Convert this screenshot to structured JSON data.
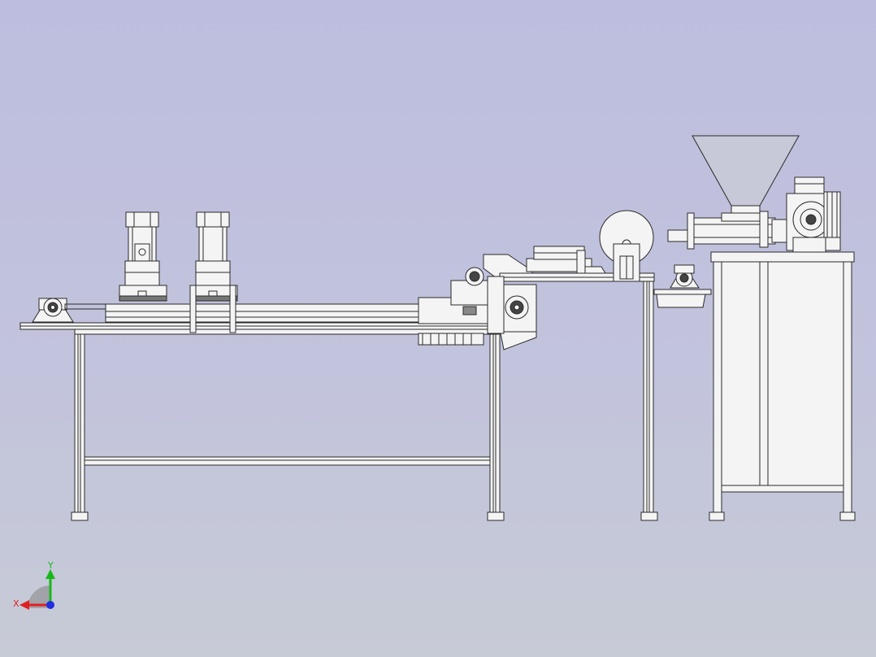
{
  "viewport": {
    "background_top": "#bdbddf",
    "background_bottom": "#c7cbd6",
    "line_color": "#2a2a2a",
    "part_fill": "#f4f4f4",
    "hopper_fill": "#c8c9d8"
  },
  "triad": {
    "x_label": "X",
    "y_label": "Y",
    "x_color": "#e02020",
    "y_color": "#18b818",
    "z_color": "#2030e0"
  },
  "model": {
    "parts": [
      "left-conveyor-table",
      "press-cylinder-1",
      "press-cylinder-2",
      "drive-gearmotor",
      "middle-conveyor",
      "cutter-disc",
      "extruder-cabinet",
      "feed-hopper",
      "extruder-barrel",
      "extruder-gearmotor"
    ]
  }
}
